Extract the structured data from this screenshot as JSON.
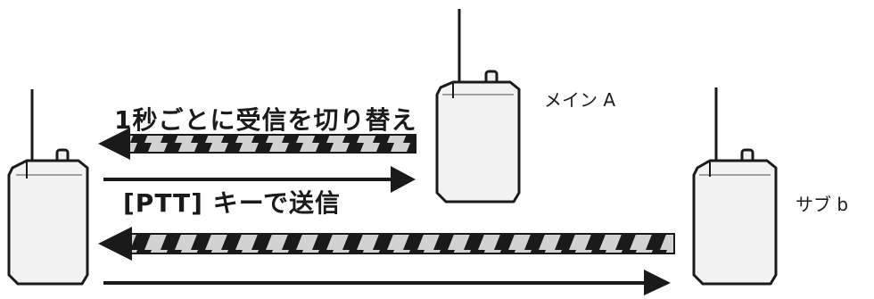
{
  "labels": {
    "switch_receive": "1秒ごとに受信を切り替え",
    "ptt_send": "[PTT] キーで送信",
    "main_a": "メイン A",
    "sub_b": "サブ b"
  },
  "colors": {
    "ink": "#1a1a1a",
    "radio_fill": "#f2f2f2",
    "stripe_light": "#cfcfcf"
  },
  "icons": [
    "left-radio-icon",
    "main-radio-icon",
    "sub-radio-icon"
  ]
}
